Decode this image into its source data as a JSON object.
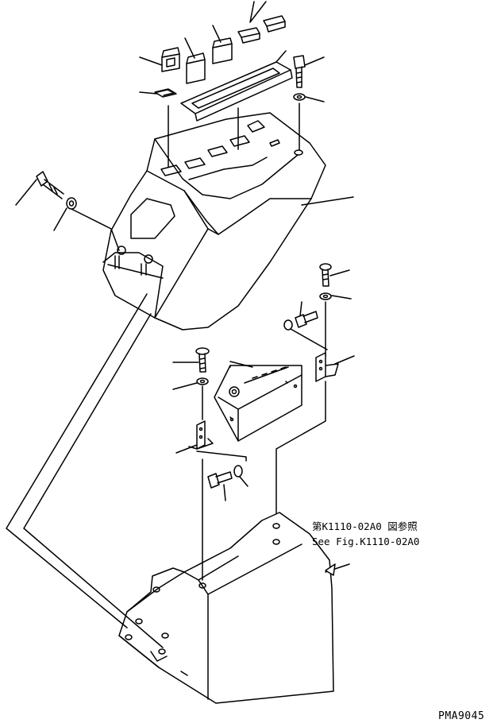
{
  "figure": {
    "reference_note": {
      "jp": "第K1110-02A0 図参照",
      "en": "See Fig.K1110-02A0"
    },
    "figure_code": "PMA9045"
  }
}
